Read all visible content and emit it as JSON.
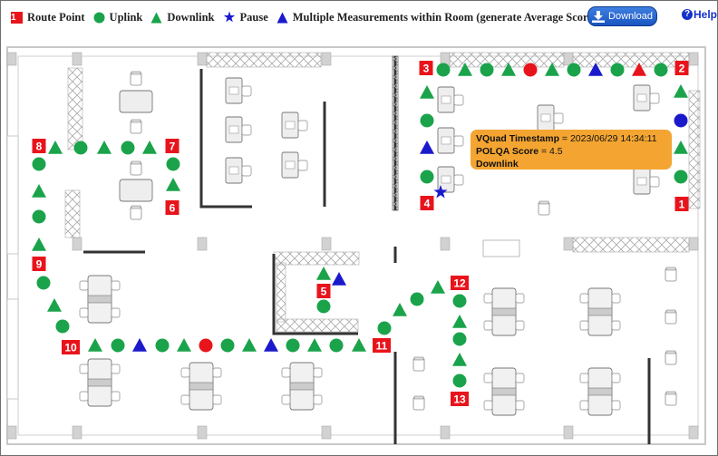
{
  "legend": [
    {
      "symbol": "route-point",
      "label": "Route Point",
      "box_text": "1"
    },
    {
      "symbol": "circle",
      "label": "Uplink",
      "color": "#1aa34a"
    },
    {
      "symbol": "triangle",
      "label": "Downlink",
      "color": "#1aa34a"
    },
    {
      "symbol": "star",
      "label": "Pause",
      "color": "#1a1acc"
    },
    {
      "symbol": "triangle",
      "label": "Multiple Measurements within Room (generate Average Score)",
      "color": "#1a1acc"
    }
  ],
  "toolbar": {
    "download_label": "Download",
    "help_label": "Help",
    "download_icon": "download-icon",
    "help_icon": "question-circle-icon"
  },
  "colors": {
    "uplink": "#1aa34a",
    "downlink": "#1aa34a",
    "pause": "#1a1acc",
    "multi": "#1a1acc",
    "fail": "#e8141c",
    "route": "#e8141c",
    "tooltip_bg": "#f4a531"
  },
  "tooltip": {
    "line1_label": "VQuad Timestamp",
    "line1_value": " = 2023/06/29 14:34:11",
    "line2_label": "POLQA Score",
    "line2_value": " = 4.5",
    "line3": "Downlink"
  },
  "route_points": [
    "1",
    "2",
    "3",
    "4",
    "5",
    "6",
    "7",
    "8",
    "9",
    "10",
    "11",
    "12",
    "13"
  ]
}
